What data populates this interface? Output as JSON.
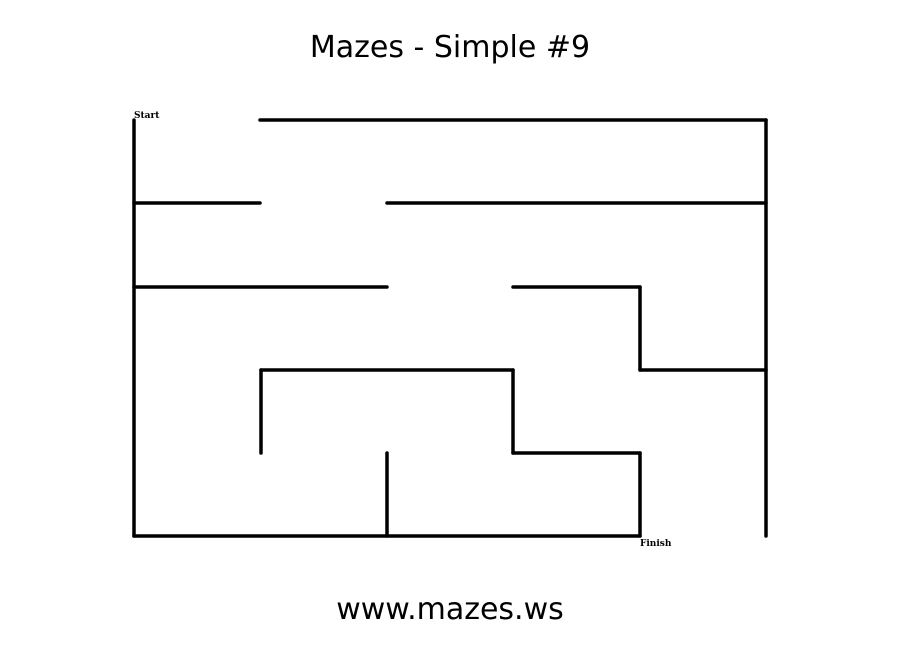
{
  "header": {
    "title": "Mazes - Simple #9"
  },
  "maze": {
    "start_label": "Start",
    "finish_label": "Finish",
    "wall_color": "#000000",
    "background_color": "#ffffff",
    "columns": 5,
    "rows": 5
  },
  "footer": {
    "url_text": "www.mazes.ws"
  }
}
